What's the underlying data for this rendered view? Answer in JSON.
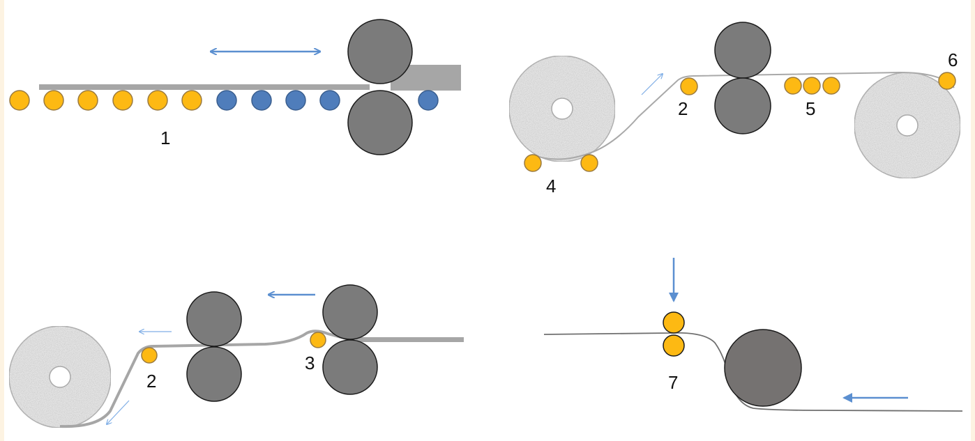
{
  "colors": {
    "background": "#ffffff",
    "border_tint": "#fdf3e2",
    "roll": "#7b7b7b",
    "roll_outline": "#1a1a1a",
    "roller_yellow": "#fdb913",
    "roller_yellow_outline": "#9a7a40",
    "roller_blue": "#4f7dbb",
    "roller_blue_outline": "#3a5e8e",
    "strip": "#a6a6a6",
    "coil": "#e4e4e4",
    "coil_outline": "#a9a9a9",
    "arrow": "#5b8fd0"
  },
  "icons": {
    "double_arrow": "double-headed-arrow",
    "arrow": "single-arrow"
  },
  "labels": {
    "panel1": "1",
    "panel2_a": "2",
    "panel2_b": "4",
    "panel2_c": "5",
    "panel2_d": "6",
    "panel3_a": "2",
    "panel3_b": "3",
    "panel4_a": "7"
  }
}
